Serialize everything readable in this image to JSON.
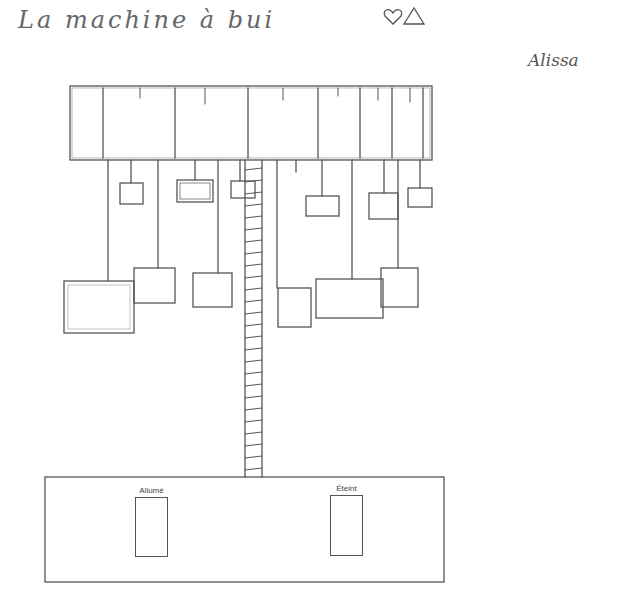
{
  "diagram": {
    "title": "La machine à bui",
    "nodes": [
      {
        "text": [
          "Allumé"
        ]
      },
      {
        "text": [
          "Éteint"
        ]
      }
    ],
    "labels": [
      "Alissa"
    ]
  }
}
